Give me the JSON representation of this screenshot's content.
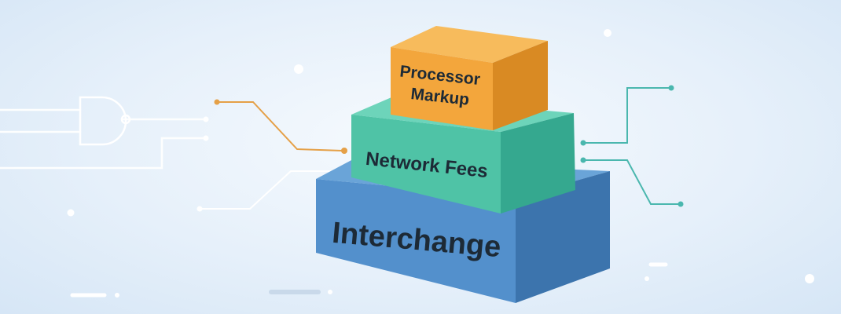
{
  "diagram": {
    "layers": [
      {
        "id": "interchange",
        "label": "Interchange"
      },
      {
        "id": "network-fees",
        "label": "Network Fees"
      },
      {
        "id": "processor-markup",
        "label_lines": [
          "Processor",
          "Markup"
        ]
      }
    ]
  },
  "colors": {
    "background_center": "#f4f9fe",
    "background_edge": "#d9e8f7",
    "line": "#ffffff",
    "connector_orange": "#e5a047",
    "connector_teal": "#4ab7ae",
    "interchange_front": "#5390cc",
    "interchange_top": "#6aa4d8",
    "interchange_side": "#3c74ad",
    "fees_front": "#4fc3a6",
    "fees_top": "#6dd4ba",
    "fees_side": "#35a88f",
    "markup_front": "#f3a63c",
    "markup_top": "#f7bb5c",
    "markup_side": "#d98a23",
    "text": "#1d2a36"
  },
  "icons": [
    "nand-gate-icon",
    "circuit-trace-icon"
  ]
}
